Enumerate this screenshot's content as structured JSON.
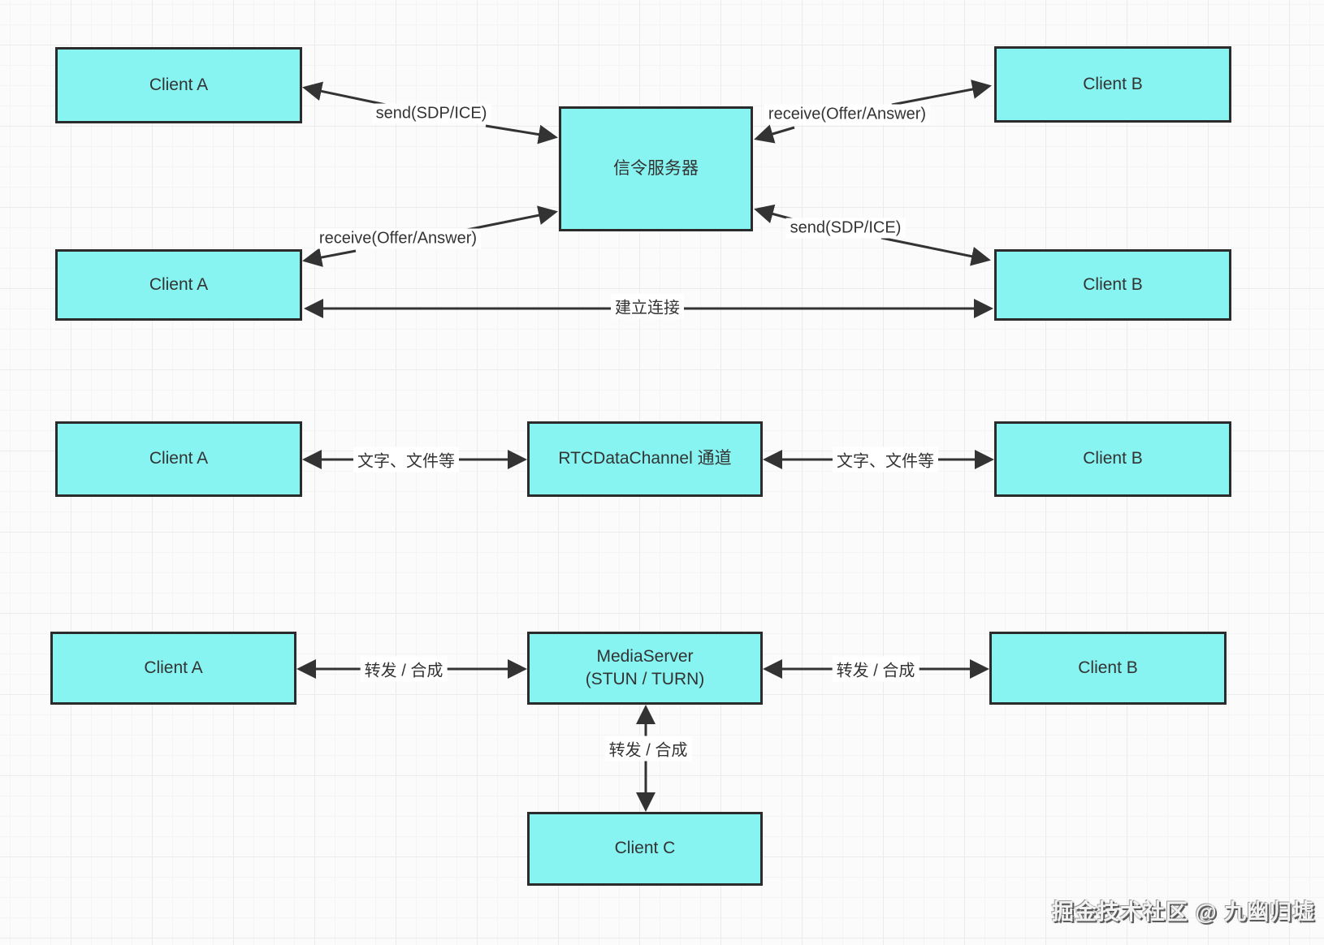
{
  "colors": {
    "node_fill": "#87f4f1",
    "node_border": "#2b2b2b",
    "arrow": "#333333",
    "text": "#333333",
    "background": "#fbfbfb"
  },
  "nodes": {
    "client_a_1": {
      "label": "Client A"
    },
    "client_b_1": {
      "label": "Client B"
    },
    "signaling_server": {
      "label": "信令服务器"
    },
    "client_a_2": {
      "label": "Client A"
    },
    "client_b_2": {
      "label": "Client B"
    },
    "client_a_3": {
      "label": "Client A"
    },
    "rtc_data_channel": {
      "label": "RTCDataChannel 通道"
    },
    "client_b_3": {
      "label": "Client B"
    },
    "client_a_4": {
      "label": "Client A"
    },
    "media_server": {
      "label_line1": "MediaServer",
      "label_line2": "(STUN / TURN)"
    },
    "client_b_4": {
      "label": "Client B"
    },
    "client_c": {
      "label": "Client C"
    }
  },
  "edge_labels": {
    "send_sdp_ice_left": "send(SDP/ICE)",
    "receive_offer_answer_right": "receive(Offer/Answer)",
    "receive_offer_answer_left": "receive(Offer/Answer)",
    "send_sdp_ice_right": "send(SDP/ICE)",
    "establish_connection": "建立连接",
    "text_files_left": "文字、文件等",
    "text_files_right": "文字、文件等",
    "forward_compose_left": "转发 / 合成",
    "forward_compose_right": "转发 / 合成",
    "forward_compose_down": "转发 / 合成"
  },
  "watermark": "掘金技术社区 @ 九幽归墟"
}
